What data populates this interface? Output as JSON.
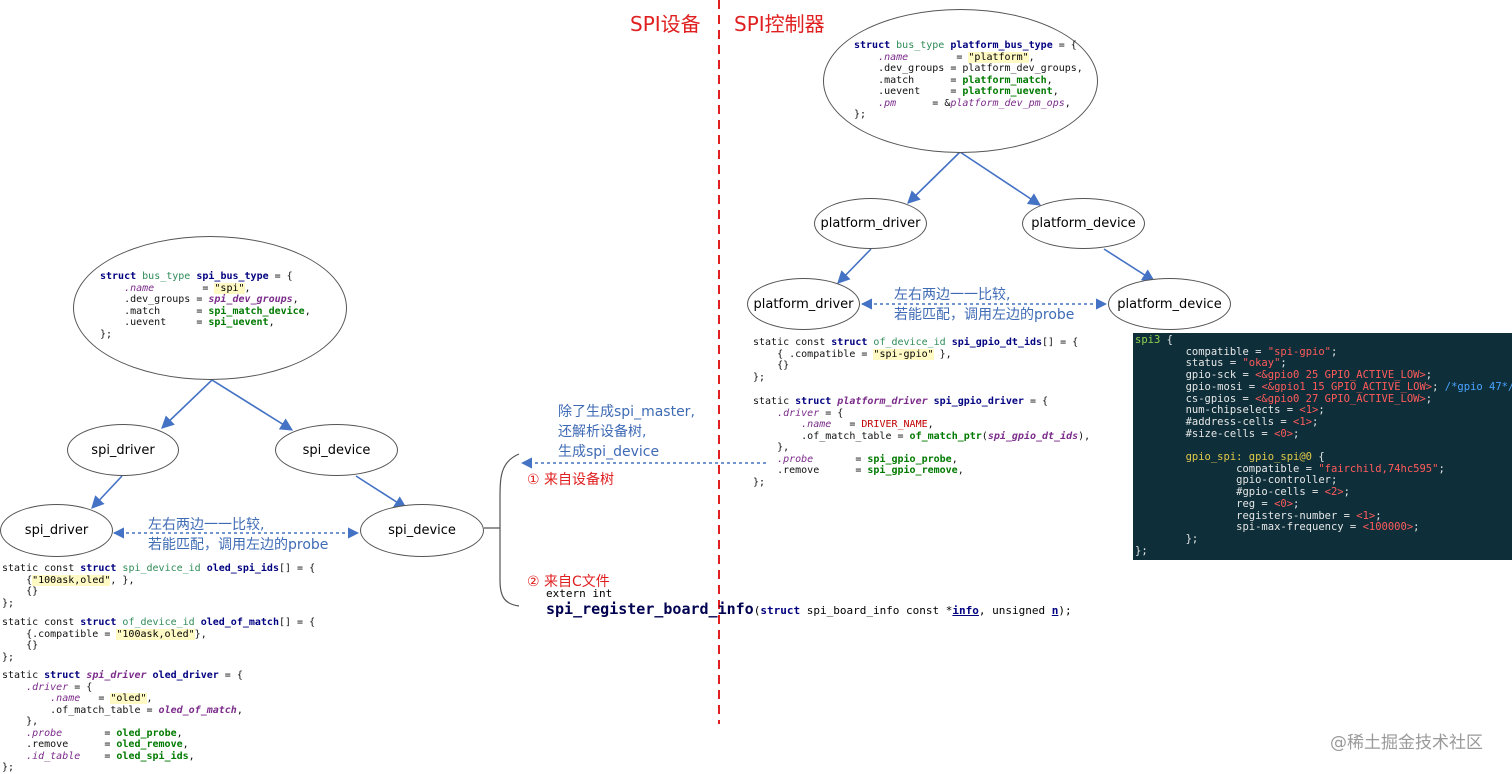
{
  "titles": {
    "left": "SPI设备",
    "right": "SPI控制器"
  },
  "nodes": {
    "spi_driver_top": "spi_driver",
    "spi_device_top": "spi_device",
    "spi_driver_bottom": "spi_driver",
    "spi_device_bottom": "spi_device",
    "platform_driver_top": "platform_driver",
    "platform_device_top": "platform_device",
    "platform_driver_bottom": "platform_driver",
    "platform_device_bottom": "platform_device"
  },
  "annotations": {
    "left_compare": "左右两边一一比较,\n若能匹配，调用左边的probe",
    "right_compare": "左右两边一一比较,\n若能匹配，调用左边的probe",
    "middle_note": "除了生成spi_master,\n还解析设备树,\n生成spi_device",
    "from_dts": "① 来自设备树",
    "from_c": "② 来自C文件"
  },
  "code": {
    "spi_bus_type": {
      "l1a": "struct",
      "l1b": "bus_type",
      "l1c": "spi_bus_type",
      "l1d": " = {",
      "l2a": "    .name",
      "l2b": "        = ",
      "l2c": "\"spi\"",
      "l2d": ",",
      "l3a": "    .dev_groups = ",
      "l3b": "spi_dev_groups",
      "l3c": ",",
      "l4a": "    .match      = ",
      "l4b": "spi_match_device",
      "l4c": ",",
      "l5a": "    .uevent     = ",
      "l5b": "spi_uevent",
      "l5c": ",",
      "l6": "};"
    },
    "platform_bus_type": {
      "l1a": "struct",
      "l1b": "bus_type",
      "l1c": "platform_bus_type",
      "l1d": " = {",
      "l2a": "    .name",
      "l2b": "        = ",
      "l2c": "\"platform\"",
      "l2d": ",",
      "l3": "    .dev_groups = platform_dev_groups,",
      "l4a": "    .match      = ",
      "l4b": "platform_match",
      "l4c": ",",
      "l5a": "    .uevent     = ",
      "l5b": "platform_uevent",
      "l5c": ",",
      "l6a": "    .pm",
      "l6b": "      = &",
      "l6c": "platform_dev_pm_ops",
      "l6d": ",",
      "l7": "};"
    },
    "gpio_ids": {
      "l1a": "static const ",
      "l1b": "struct",
      "l1c": " of_device_id ",
      "l1d": "spi_gpio_dt_ids",
      "l1e": "[] = {",
      "l2a": "    { .compatible = ",
      "l2b": "\"spi-gpio\"",
      "l2c": " },",
      "l3": "    {}",
      "l4": "};"
    },
    "gpio_driver": {
      "l1a": "static ",
      "l1b": "struct",
      "l1c": " platform_driver",
      "l1d": " spi_gpio_driver",
      "l1e": " = {",
      "l2a": "    .driver",
      "l2b": " = {",
      "l3a": "        .name",
      "l3b": "   = ",
      "l3c": "DRIVER_NAME",
      "l3d": ",",
      "l4a": "        .of_match_table = ",
      "l4b": "of_match_ptr",
      "l4c": "(",
      "l4d": "spi_gpio_dt_ids",
      "l4e": "),",
      "l5": "    },",
      "l6a": "    .probe",
      "l6b": "       = ",
      "l6c": "spi_gpio_probe",
      "l6d": ",",
      "l7a": "    .remove      = ",
      "l7b": "spi_gpio_remove",
      "l7c": ",",
      "l8": "};"
    },
    "oled_ids": {
      "l1a": "static const ",
      "l1b": "struct",
      "l1c": " spi_device_id ",
      "l1d": "oled_spi_ids",
      "l1e": "[] = {",
      "l2a": "    {",
      "l2b": "\"100ask,oled\"",
      "l2c": ", },",
      "l3": "    {}",
      "l4": "};"
    },
    "oled_match": {
      "l1a": "static const ",
      "l1b": "struct",
      "l1c": " of_device_id ",
      "l1d": "oled_of_match",
      "l1e": "[] = {",
      "l2a": "    {.compatible = ",
      "l2b": "\"100ask,oled\"",
      "l2c": "},",
      "l3": "    {}",
      "l4": "};"
    },
    "oled_driver": {
      "l1a": "static ",
      "l1b": "struct",
      "l1c": " spi_driver",
      "l1d": " oled_driver",
      "l1e": " = {",
      "l2a": "    .driver",
      "l2b": " = {",
      "l3a": "        .name",
      "l3b": "   = ",
      "l3c": "\"oled\"",
      "l3d": ",",
      "l4a": "        .of_match_table = ",
      "l4b": "oled_of_match",
      "l4c": ",",
      "l5": "    },",
      "l6a": "    .probe",
      "l6b": "       = ",
      "l6c": "oled_probe",
      "l6d": ",",
      "l7a": "    .remove      = ",
      "l7b": "oled_remove",
      "l7c": ",",
      "l8a": "    .id_table",
      "l8b": "    = ",
      "l8c": "oled_spi_ids",
      "l8d": ",",
      "l9": "};"
    },
    "extern_line": "extern int",
    "register_fn": "spi_register_board_info",
    "register_args_a": "(",
    "register_args_b": "struct",
    "register_args_c": " spi_board_info const *",
    "register_args_d": "info",
    "register_args_e": ", unsigned ",
    "register_args_f": "n",
    "register_args_g": ");"
  },
  "dts": {
    "l1a": "spi3",
    "l1b": " {",
    "l2a": "        compatible = ",
    "l2b": "\"spi-gpio\"",
    "l2c": ";",
    "l3a": "        status = ",
    "l3b": "\"okay\"",
    "l3c": ";",
    "l4a": "        gpio-sck = ",
    "l4b": "<&gpio0 25 GPIO_ACTIVE_LOW>",
    "l4c": ";",
    "l5a": "        gpio-mosi = ",
    "l5b": "<&gpio1 15 GPIO_ACTIVE_LOW>",
    "l5c": "; ",
    "l5d": "/*gpio 47*/",
    "l6a": "        cs-gpios = ",
    "l6b": "<&gpio0 27 GPIO_ACTIVE_LOW>",
    "l6c": ";",
    "l7a": "        num-chipselects = ",
    "l7b": "<1>",
    "l7c": ";",
    "l8a": "        #address-cells = ",
    "l8b": "<1>",
    "l8c": ";",
    "l9a": "        #size-cells = ",
    "l9b": "<0>",
    "l9c": ";",
    "l10a": "        gpio_spi: gpio_spi@0",
    "l10b": " {",
    "l11a": "                compatible = ",
    "l11b": "\"fairchild,74hc595\"",
    "l11c": ";",
    "l12": "                gpio-controller;",
    "l13a": "                #gpio-cells = ",
    "l13b": "<2>",
    "l13c": ";",
    "l14a": "                reg = ",
    "l14b": "<0>",
    "l14c": ";",
    "l15a": "                registers-number = ",
    "l15b": "<1>",
    "l15c": ";",
    "l16a": "                spi-max-frequency = ",
    "l16b": "<100000>",
    "l16c": ";",
    "l17": "        };",
    "l18": "};"
  },
  "watermark": "@稀土掘金技术社区",
  "colors": {
    "accent_red": "#e02020",
    "note_blue": "#3f6bb5",
    "arrow_blue": "#4472c4",
    "dts_bg": "#0e2f3a"
  }
}
